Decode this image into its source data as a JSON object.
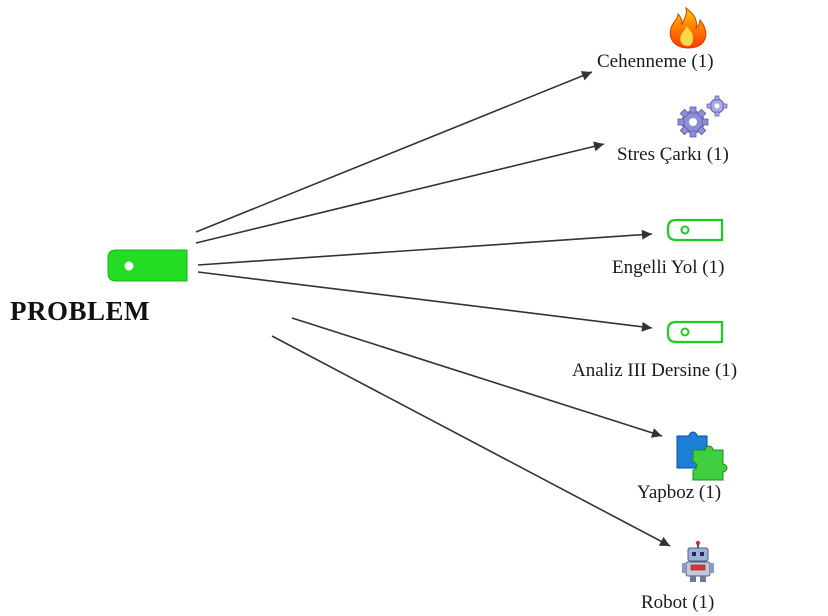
{
  "center": {
    "label": "PROBLEM",
    "icon": "green-tag-icon",
    "color": "#22dd22"
  },
  "nodes": [
    {
      "id": "cehenneme",
      "label": "Cehenneme (1)",
      "icon": "fire-icon"
    },
    {
      "id": "stres",
      "label": "Stres Çarkı (1)",
      "icon": "gears-icon"
    },
    {
      "id": "engelli",
      "label": "Engelli Yol (1)",
      "icon": "green-tag-outline-icon"
    },
    {
      "id": "analiz",
      "label": "Analiz III Dersine (1)",
      "icon": "green-tag-outline-icon"
    },
    {
      "id": "yapboz",
      "label": "Yapboz (1)",
      "icon": "puzzle-icon"
    },
    {
      "id": "robot",
      "label": "Robot (1)",
      "icon": "robot-icon"
    }
  ],
  "colors": {
    "edge": "#333333",
    "tag_green": "#22dd22",
    "tag_outline": "#1fcc1f"
  }
}
